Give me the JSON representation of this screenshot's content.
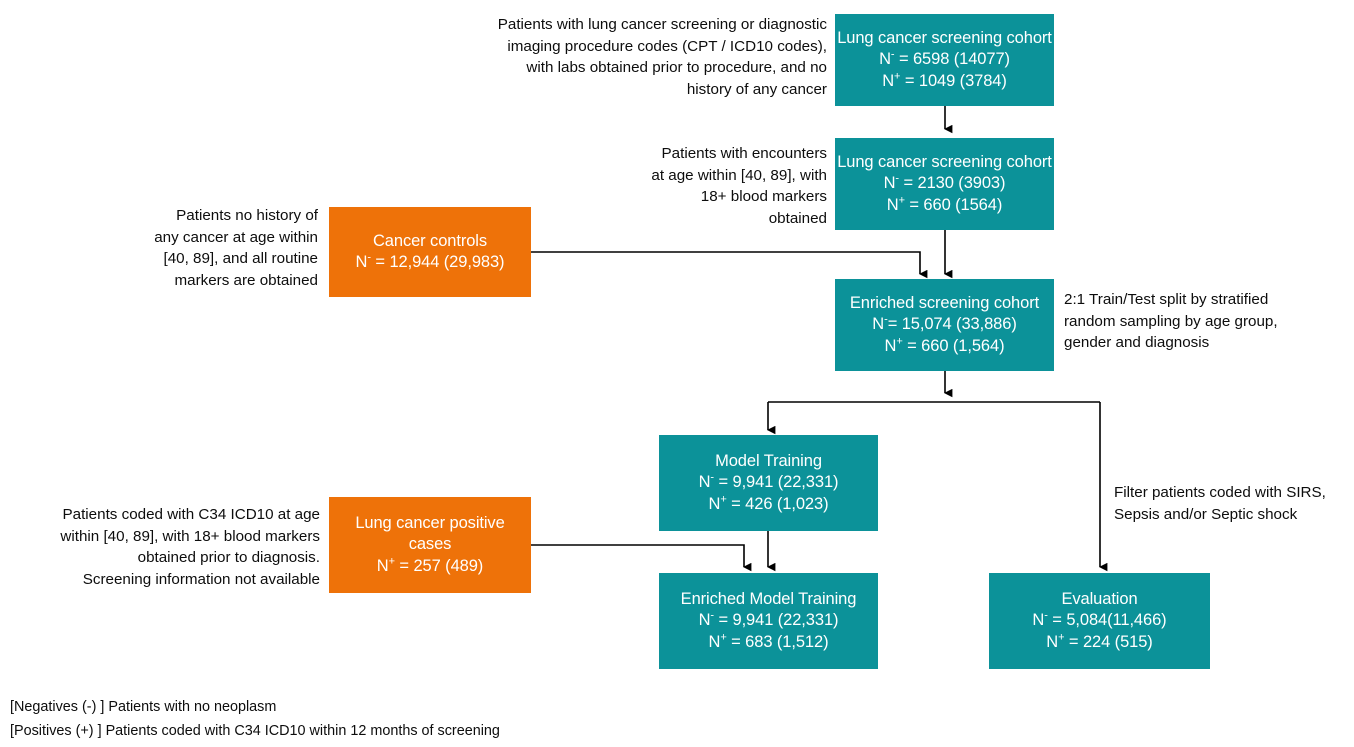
{
  "figure": {
    "type": "flowchart",
    "palette": {
      "teal": "#0C9299",
      "orange": "#EE7209",
      "connector": "#000000",
      "text_on_box": "#FFFFFF",
      "text_body": "#0D0D0D"
    }
  },
  "nodes": {
    "lung_cancer_screening_cohort_1": {
      "title": "Lung cancer screening cohort",
      "n_neg_label": "N",
      "n_neg_sign": "-",
      "n_neg_value": " = 6598 (14077)",
      "n_pos_label": "N",
      "n_pos_sign": "+",
      "n_pos_value": " = 1049 (3784)",
      "color": "#0C9299"
    },
    "lung_cancer_screening_cohort_2": {
      "title": "Lung cancer screening cohort",
      "n_neg_label": "N",
      "n_neg_sign": "-",
      "n_neg_value": " = 2130 (3903)",
      "n_pos_label": "N",
      "n_pos_sign": "+",
      "n_pos_value": " = 660 (1564)",
      "color": "#0C9299"
    },
    "cancer_controls": {
      "title": "Cancer controls",
      "n_neg_label": "N",
      "n_neg_sign": "-",
      "n_neg_value": " = 12,944 (29,983)",
      "color": "#EE7209"
    },
    "enriched_screening_cohort": {
      "title": "Enriched screening cohort",
      "n_neg_label": "N",
      "n_neg_sign": "-",
      "n_neg_value": "= 15,074 (33,886)",
      "n_pos_label": "N",
      "n_pos_sign": "+",
      "n_pos_value": " = 660 (1,564)",
      "color": "#0C9299"
    },
    "model_training": {
      "title": "Model Training",
      "n_neg_label": "N",
      "n_neg_sign": "-",
      "n_neg_value": " = 9,941 (22,331)",
      "n_pos_label": "N",
      "n_pos_sign": "+",
      "n_pos_value": " =  426 (1,023)",
      "color": "#0C9299"
    },
    "lung_cancer_positive_cases": {
      "title_line1": "Lung cancer positive",
      "title_line2": "cases",
      "n_pos_label": "N",
      "n_pos_sign": "+",
      "n_pos_value": " = 257 (489)",
      "color": "#EE7209"
    },
    "enriched_model_training": {
      "title": "Enriched Model Training",
      "n_neg_label": "N",
      "n_neg_sign": "-",
      "n_neg_value": " = 9,941 (22,331)",
      "n_pos_label": "N",
      "n_pos_sign": "+",
      "n_pos_value": " =  683 (1,512)",
      "color": "#0C9299"
    },
    "evaluation": {
      "title": "Evaluation",
      "n_neg_label": "N",
      "n_neg_sign": "-",
      "n_neg_value": " =  5,084(11,466)",
      "n_pos_label": "N",
      "n_pos_sign": "+",
      "n_pos_value": " = 224 (515)",
      "color": "#0C9299"
    }
  },
  "annotations": {
    "screening_inclusion": "Patients with lung cancer screening or diagnostic\nimaging procedure codes (CPT / ICD10 codes),\nwith labs obtained prior to procedure, and no\nhistory of any cancer",
    "encounters_filter": "Patients with encounters\nat age within [40, 89], with\n18+ blood markers\nobtained",
    "cancer_controls_criteria": "Patients no history of\nany cancer at age within\n[40, 89], and all routine\nmarkers are obtained",
    "train_test_split": "2:1 Train/Test split by stratified\nrandom sampling by age group,\ngender and diagnosis",
    "sirs_filter": "Filter patients coded with SIRS,\nSepsis and/or Septic shock",
    "positive_cases_criteria": "Patients coded with C34 ICD10 at age\nwithin [40, 89], with 18+ blood markers\nobtained prior to diagnosis.\nScreening information not available"
  },
  "legend": {
    "negatives": "[Negatives (-) ] Patients with no neoplasm",
    "positives": "[Positives (+) ] Patients coded with C34 ICD10 within 12 months of screening"
  }
}
